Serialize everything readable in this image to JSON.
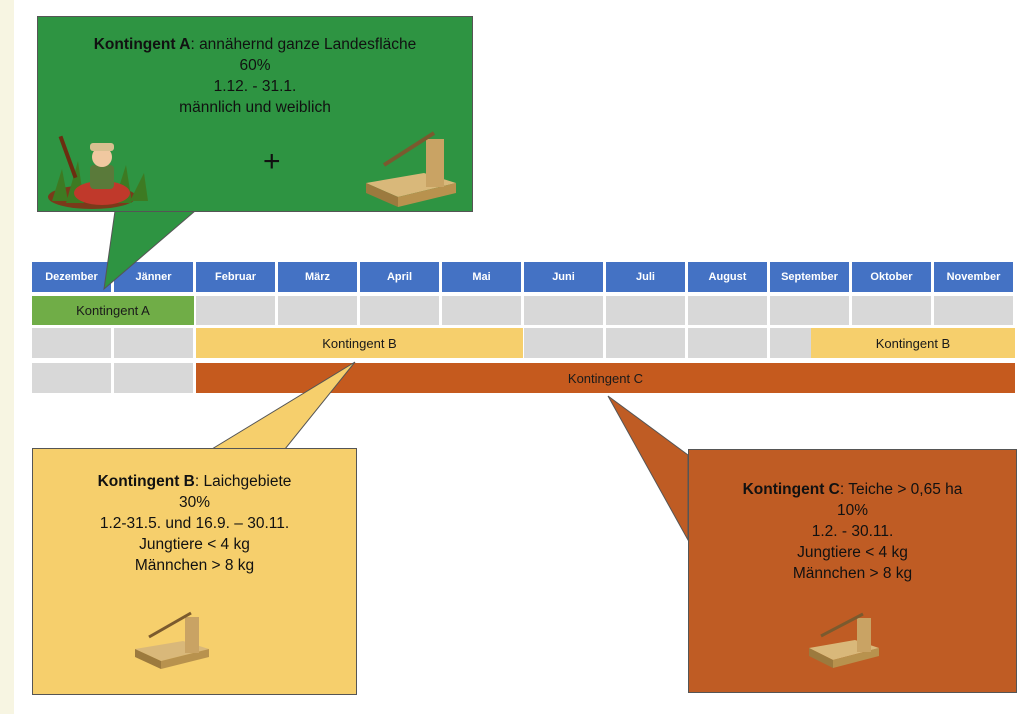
{
  "months": [
    "Dezember",
    "Jänner",
    "Februar",
    "März",
    "April",
    "Mai",
    "Juni",
    "Juli",
    "August",
    "September",
    "Oktober",
    "November"
  ],
  "colors": {
    "header": "#4472c4",
    "a": "#70ad47",
    "b": "#f6cf6c",
    "c": "#c55a1e",
    "empty": "#d8d8d8"
  },
  "bars": {
    "a": {
      "label": "Kontingent A"
    },
    "b1": {
      "label": "Kontingent B"
    },
    "b2": {
      "label": "Kontingent B"
    },
    "c": {
      "label": "Kontingent C"
    }
  },
  "calloutA": {
    "title": "Kontingent A",
    "desc": ": annähernd ganze Landesfläche",
    "percent": "60%",
    "period": "1.12. - 31.1.",
    "sex": "männlich und weiblich",
    "plus": "+"
  },
  "calloutB": {
    "title": "Kontingent B",
    "desc": ": Laichgebiete",
    "percent": "30%",
    "period": "1.2-31.5. und 16.9. – 30.11.",
    "l1": "Jungtiere < 4 kg",
    "l2": "Männchen > 8 kg"
  },
  "calloutC": {
    "title": "Kontingent C",
    "desc": ": Teiche > 0,65 ha",
    "percent": "10%",
    "period": "1.2. - 30.11.",
    "l1": "Jungtiere < 4 kg",
    "l2": "Männchen > 8 kg"
  }
}
